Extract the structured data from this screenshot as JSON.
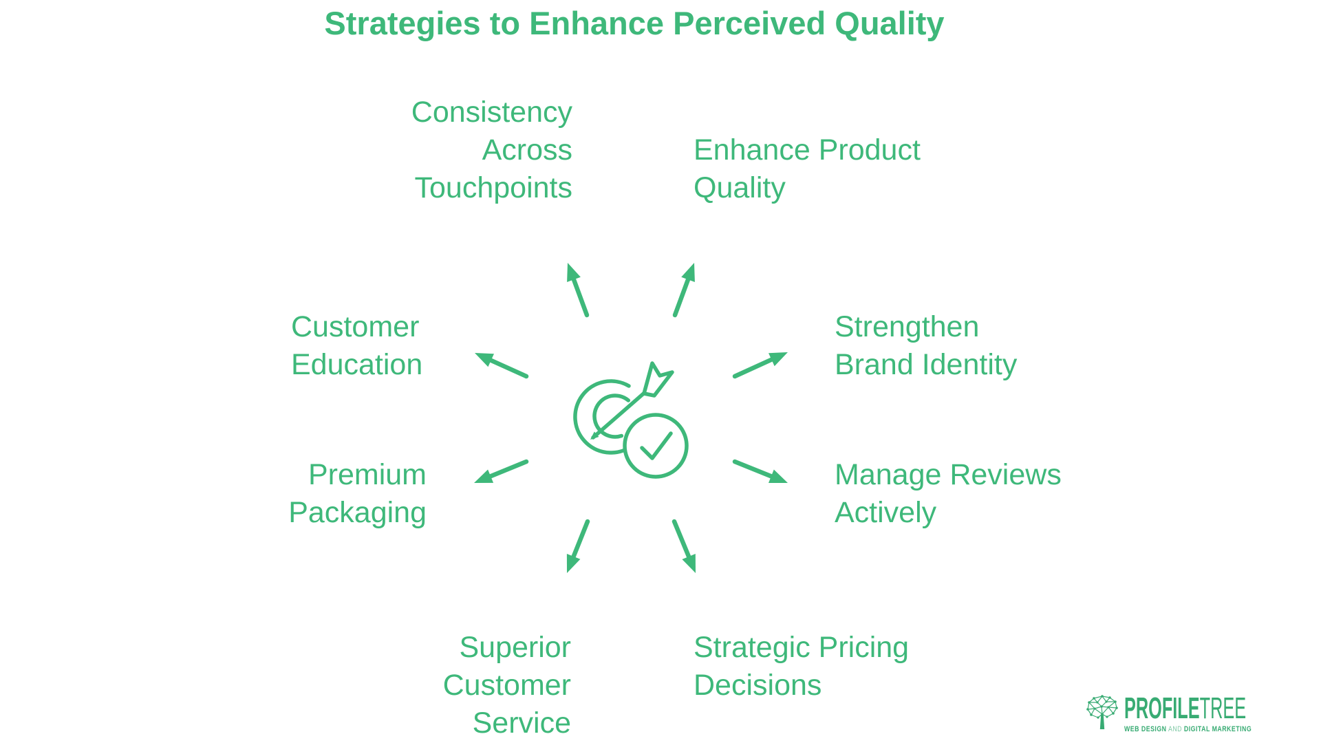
{
  "title": "Strategies to Enhance Perceived Quality",
  "accent_color": "#3EB87A",
  "center_icon": "target-with-dart-and-checkmark",
  "strategies": {
    "top_left": "Consistency\nAcross\nTouchpoints",
    "top_right": "Enhance Product\nQuality",
    "left_upper": "Customer\nEducation",
    "right_upper": "Strengthen\nBrand Identity",
    "left_lower": "Premium\nPackaging",
    "right_lower": "Manage Reviews\nActively",
    "bottom_left": "Superior\nCustomer\nService",
    "bottom_right": "Strategic Pricing\nDecisions"
  },
  "logo": {
    "name_bold": "PROFILE",
    "name_light": "TREE",
    "tagline_web": "WEB DESIGN",
    "tagline_and": " AND ",
    "tagline_marketing": "DIGITAL MARKETING",
    "color": "#38AB73"
  }
}
